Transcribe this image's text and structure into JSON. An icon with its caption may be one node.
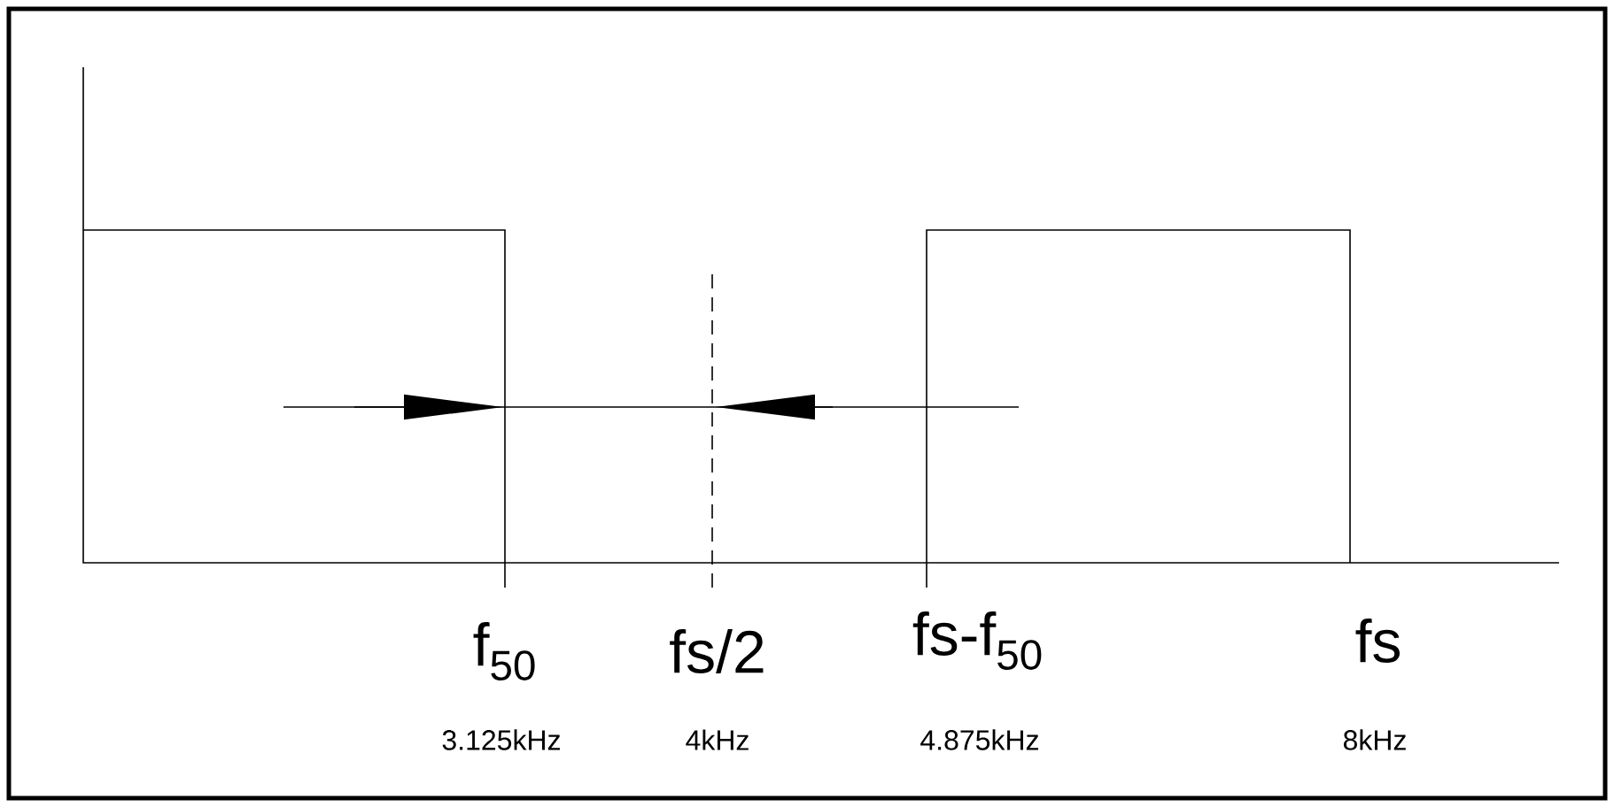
{
  "diagram": {
    "labels": [
      "f$_{50}$",
      "fs/2",
      "fs-f$_{50}$",
      "fs",
      "3.125kHz",
      "4kHz",
      "4.875kHz",
      "8kHz"
    ]
  }
}
